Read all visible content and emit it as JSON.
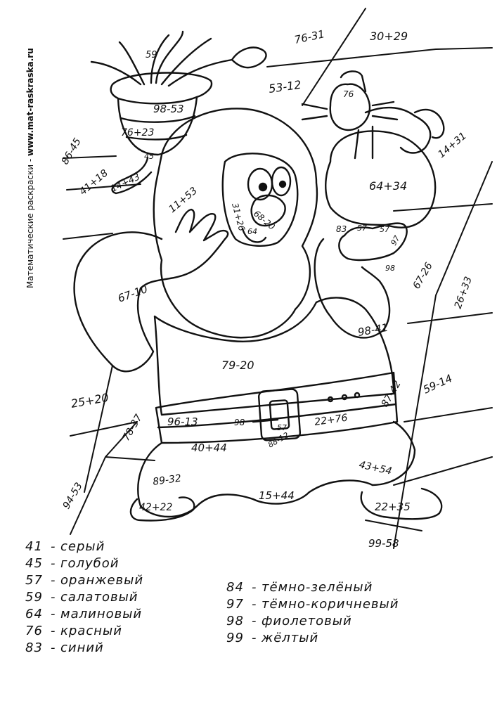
{
  "credit": {
    "title": "Математические раскраски - ",
    "site": "www.mat-raskraska.ru"
  },
  "picture": {
    "region_labels": {
      "r1": "76-31",
      "r2": "30+29",
      "r3": "53-12",
      "r4": "59",
      "r5": "98-53",
      "r6": "76+23",
      "r7": "86-45",
      "r8": "45",
      "r9": "41+18",
      "r10": "14+43",
      "r11": "76",
      "r12": "14+31",
      "r13": "31+26",
      "r14": "68-20",
      "r15": "11+53",
      "r16": "64+34",
      "r17": "64",
      "r18": "83",
      "r19": "57",
      "r20": "57",
      "r21": "97",
      "r22": "98",
      "r23": "67-26",
      "r24": "26+33",
      "r25": "67-10",
      "r26": "98-41",
      "r27": "79-20",
      "r28": "25+20",
      "r29": "87-42",
      "r30": "59-14",
      "r31": "78-37",
      "r32": "96-13",
      "r33": "98",
      "r34": "57",
      "r35": "22+76",
      "r36": "88-12",
      "r37": "40+44",
      "r38": "43+54",
      "r39": "94-53",
      "r40": "89-32",
      "r41": "15+44",
      "r42": "42+22",
      "r43": "22+35",
      "r44": "99-58"
    }
  },
  "legend": {
    "left": [
      {
        "num": "41",
        "dash": "-",
        "color": "серый"
      },
      {
        "num": "45",
        "dash": "-",
        "color": "голубой"
      },
      {
        "num": "57",
        "dash": "-",
        "color": "оранжевый"
      },
      {
        "num": "59",
        "dash": "-",
        "color": "салатовый"
      },
      {
        "num": "64",
        "dash": "-",
        "color": "малиновый"
      },
      {
        "num": "76",
        "dash": "-",
        "color": "красный"
      },
      {
        "num": "83",
        "dash": "-",
        "color": "синий"
      }
    ],
    "right": [
      {
        "num": "84",
        "dash": "-",
        "color": "тёмно-зелёный"
      },
      {
        "num": "97",
        "dash": "-",
        "color": "тёмно-коричневый"
      },
      {
        "num": "98",
        "dash": "-",
        "color": "фиолетовый"
      },
      {
        "num": "99",
        "dash": "-",
        "color": "жёлтый"
      }
    ]
  }
}
